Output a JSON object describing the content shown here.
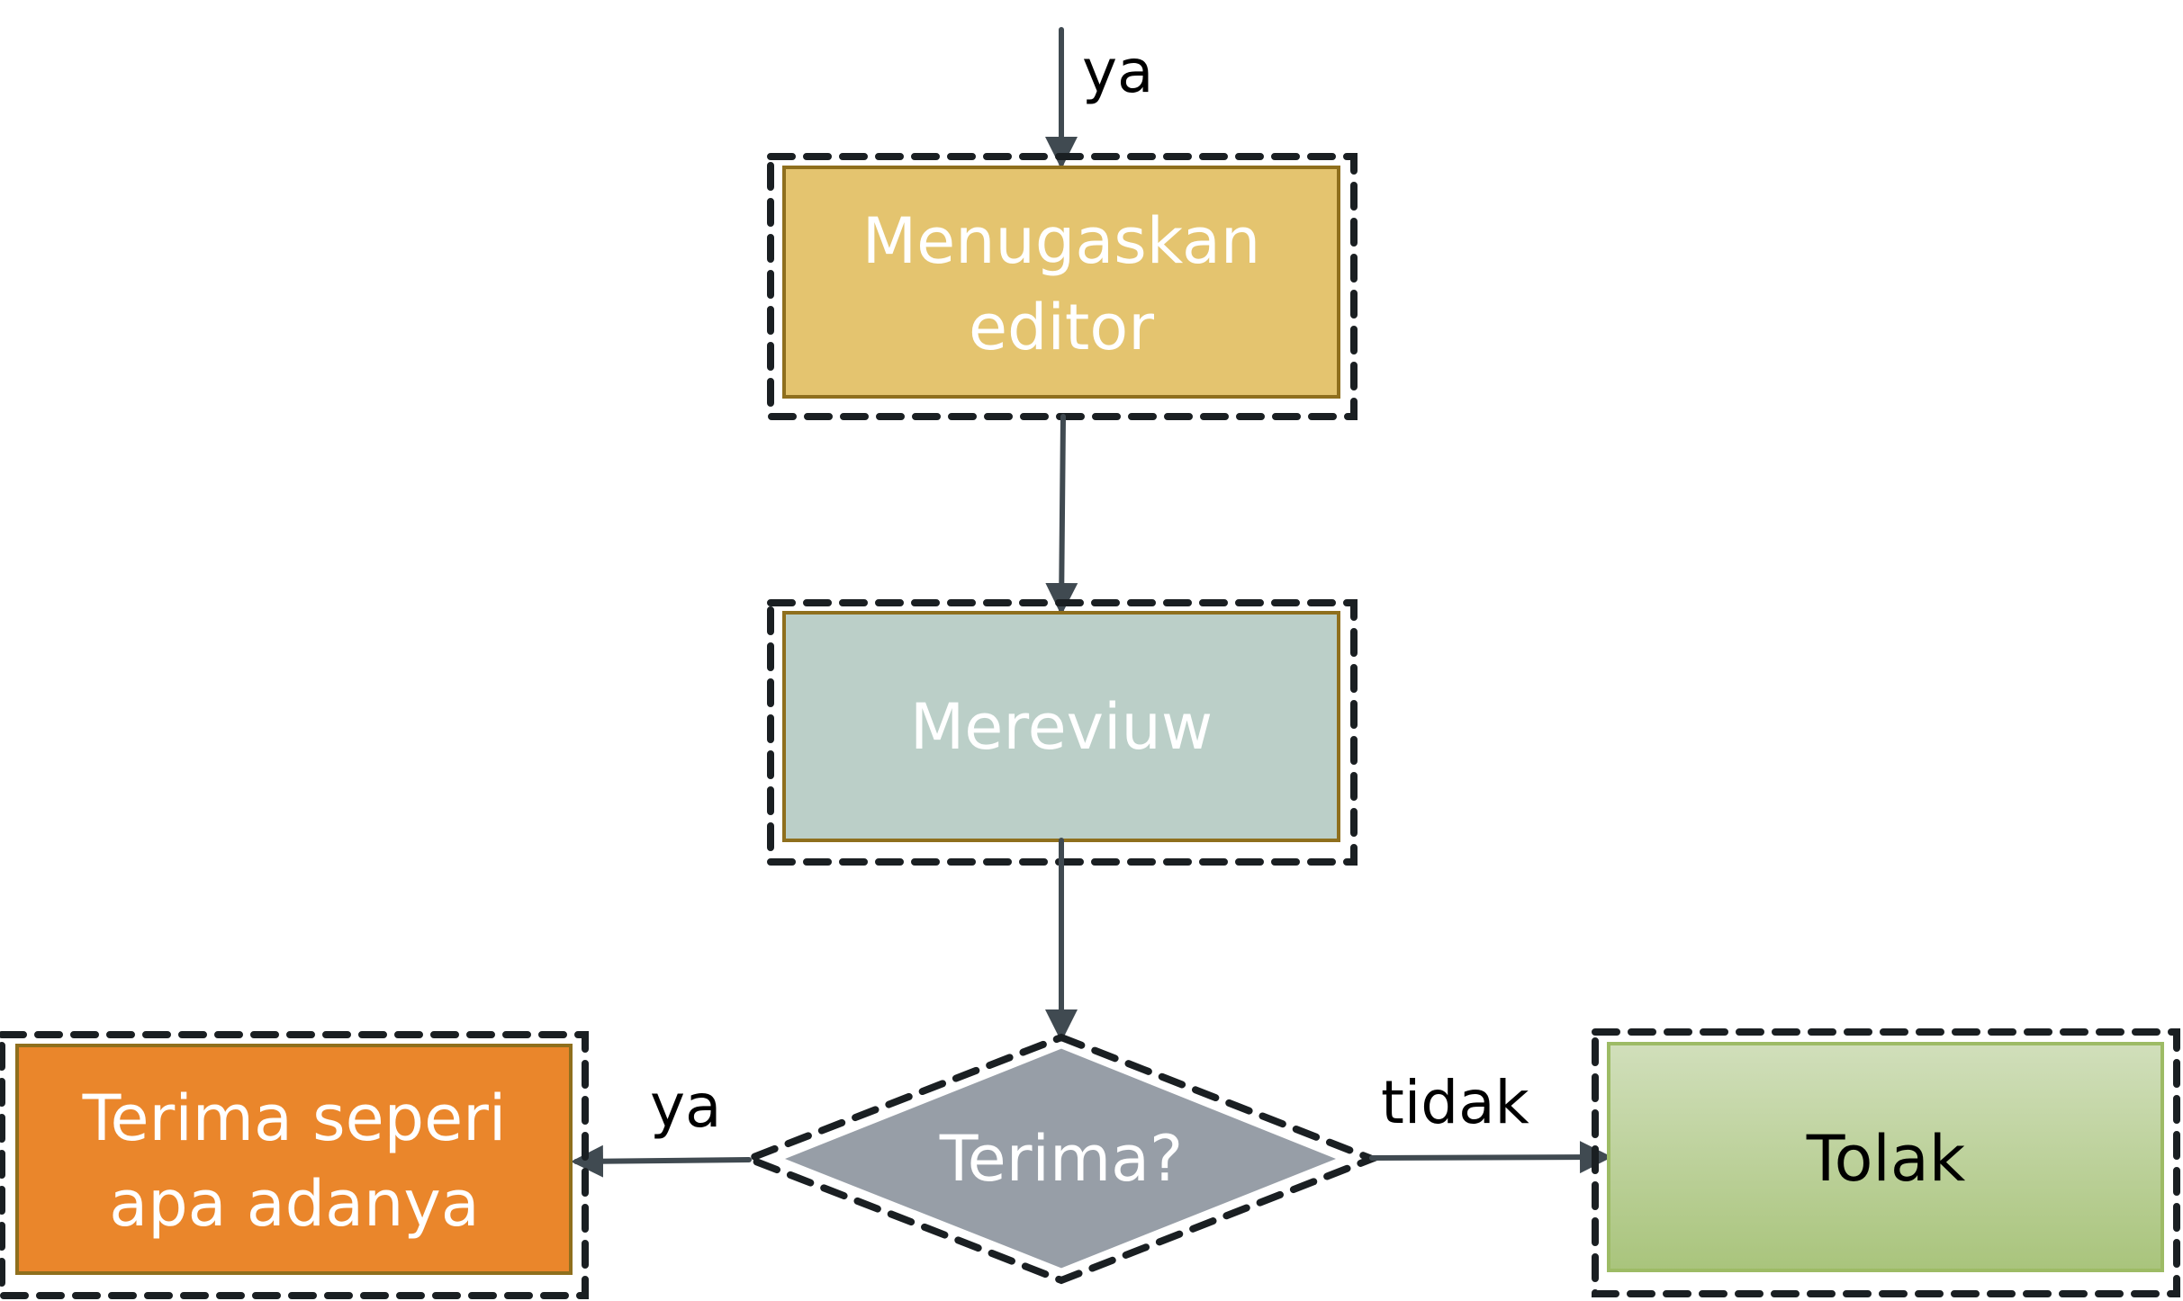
{
  "diagram": {
    "type": "flowchart",
    "nodes": {
      "assign_editor": {
        "lines": [
          "Menugaskan",
          "editor"
        ],
        "shape": "rectangle",
        "fill": "#e4c46f",
        "border": "#8f6f1d",
        "text_color": "#ffffff"
      },
      "review": {
        "lines": [
          "Mereviuw"
        ],
        "shape": "rectangle",
        "fill": "#bbcfc8",
        "border": "#8f6f1d",
        "text_color": "#ffffff"
      },
      "decision": {
        "lines": [
          "Terima?"
        ],
        "shape": "diamond",
        "fill": "#979ea7",
        "border": "#ffffff",
        "text_color": "#ffffff"
      },
      "accept_as_is": {
        "lines": [
          "Terima seperi",
          "apa adanya"
        ],
        "shape": "rectangle",
        "fill": "#ea862b",
        "border": "#8f6f1d",
        "text_color": "#ffffff"
      },
      "reject": {
        "lines": [
          "Tolak"
        ],
        "shape": "rectangle",
        "fill_top": "#d1dfbb",
        "fill_bottom": "#a9c47c",
        "border": "#9dbb65",
        "text_color": "#000000"
      }
    },
    "edges": {
      "incoming": {
        "from": null,
        "to": "assign_editor",
        "label": "ya"
      },
      "assign_to_review": {
        "from": "assign_editor",
        "to": "review",
        "label": ""
      },
      "review_to_decision": {
        "from": "review",
        "to": "decision",
        "label": ""
      },
      "decision_yes": {
        "from": "decision",
        "to": "accept_as_is",
        "label": "ya"
      },
      "decision_no": {
        "from": "decision",
        "to": "reject",
        "label": "tidak"
      }
    },
    "colors": {
      "arrow": "#404a51",
      "dashed_outline": "#1a1f22"
    }
  }
}
